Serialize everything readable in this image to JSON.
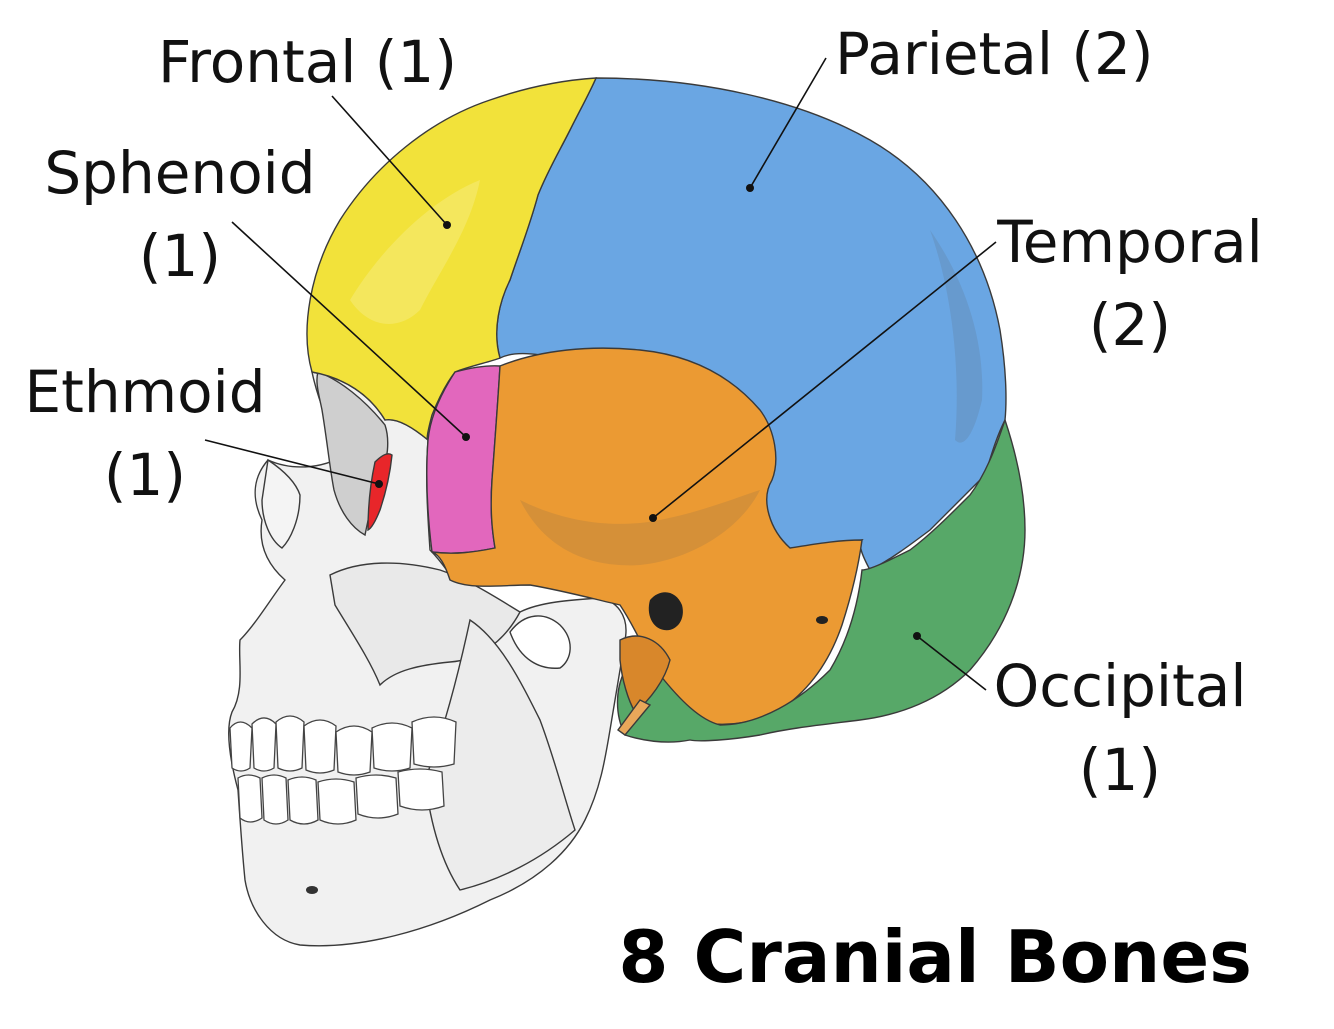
{
  "title": "8 Cranial Bones",
  "labels": {
    "frontal": "Frontal (1)",
    "parietal": "Parietal (2)",
    "sphenoid_line1": "Sphenoid",
    "sphenoid_line2": "(1)",
    "temporal_line1": "Temporal",
    "temporal_line2": "(2)",
    "ethmoid_line1": "Ethmoid",
    "ethmoid_line2": "(1)",
    "occipital_line1": "Occipital",
    "occipital_line2": "(1)"
  },
  "colors": {
    "frontal": "#f2e23a",
    "parietal": "#6aa6e3",
    "temporal": "#eb9a33",
    "occipital": "#57a868",
    "sphenoid": "#e267bd",
    "ethmoid": "#e8262a",
    "face": "#f1f1f1"
  }
}
